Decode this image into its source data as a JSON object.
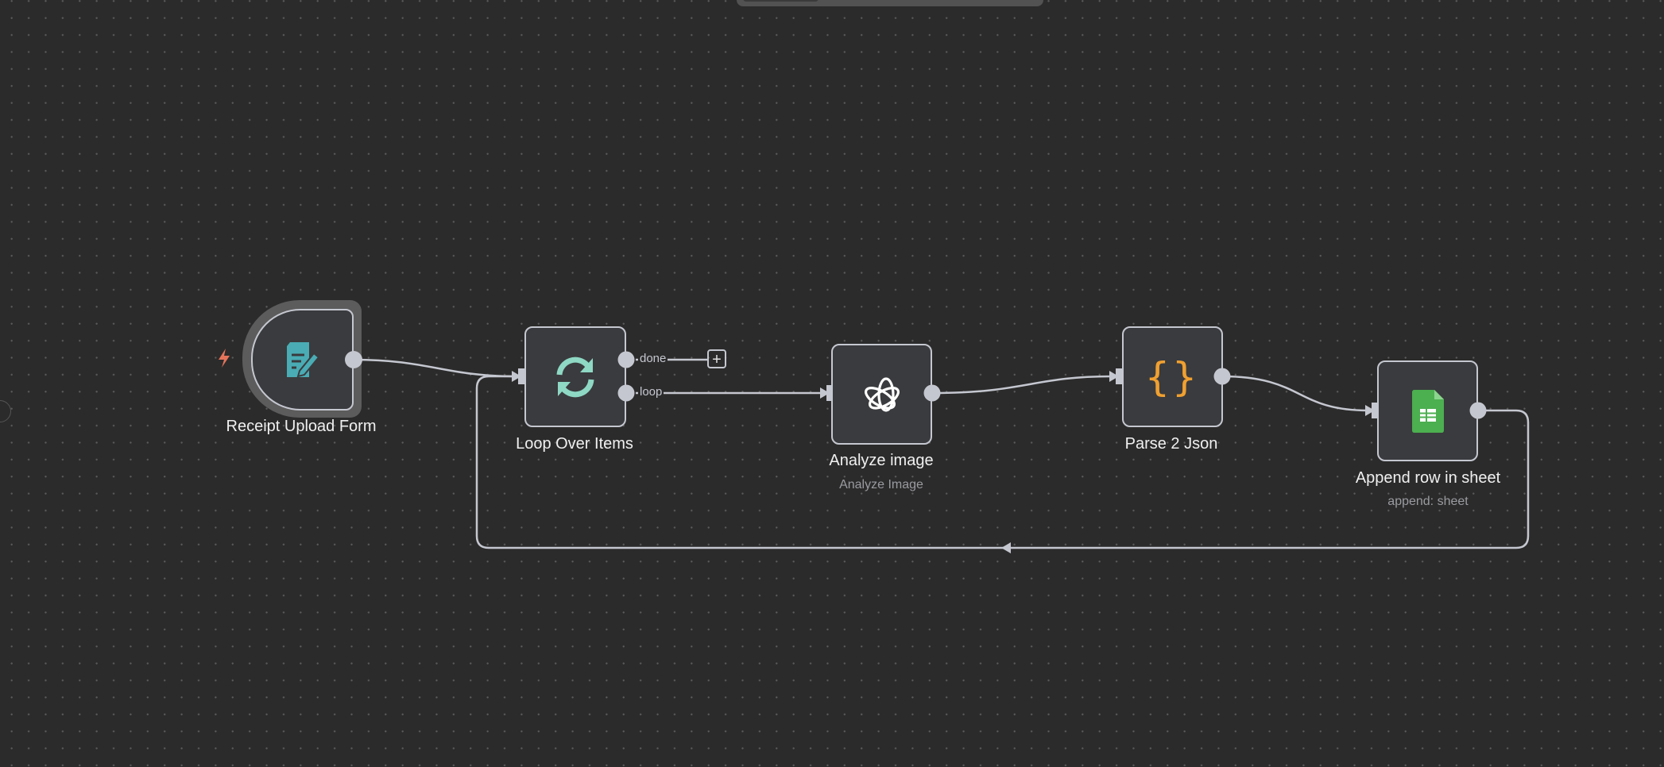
{
  "workflow": {
    "nodes": [
      {
        "name": "Receipt Upload Form",
        "subtitle": null,
        "icon": "form-icon",
        "trigger": true
      },
      {
        "name": "Loop Over Items",
        "subtitle": null,
        "icon": "loop-icon",
        "outputs": [
          "done",
          "loop"
        ]
      },
      {
        "name": "Analyze image",
        "subtitle": "Analyze Image",
        "icon": "openai-icon"
      },
      {
        "name": "Parse 2 Json",
        "subtitle": null,
        "icon": "code-braces-icon"
      },
      {
        "name": "Append row in sheet",
        "subtitle": "append: sheet",
        "icon": "google-sheets-icon"
      }
    ],
    "add_node_label": "+"
  },
  "colors": {
    "canvas": "#2b2b2b",
    "node_bg": "#3a3b3e",
    "edge": "#c5c7d0",
    "trigger_bolt": "#e5735a",
    "form_icon": "#4aacb4",
    "loop_icon": "#8ed8c4",
    "braces_icon": "#f0a030",
    "sheets_icon": "#4caf50"
  }
}
